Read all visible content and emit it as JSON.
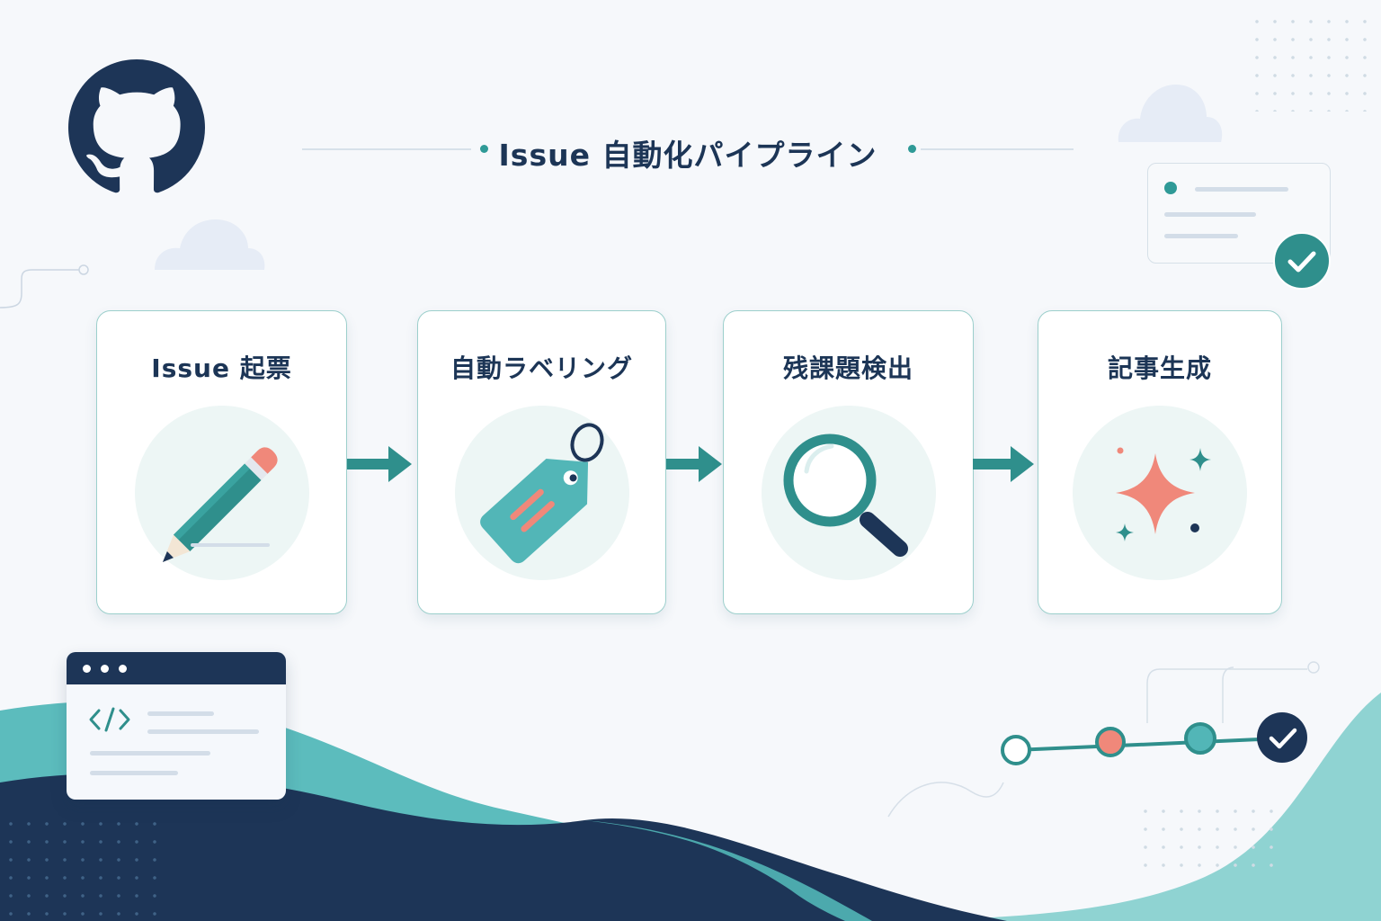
{
  "title": "Issue 自動化パイプライン",
  "steps": [
    {
      "label": "Issue 起票",
      "icon": "pencil-icon"
    },
    {
      "label": "自動ラベリング",
      "icon": "tag-icon"
    },
    {
      "label": "残課題検出",
      "icon": "magnifier-icon"
    },
    {
      "label": "記事生成",
      "icon": "sparkle-icon"
    }
  ],
  "decorations": {
    "logo": "github-logo-icon",
    "code_window_icon": "code-icon",
    "check_icon": "check-icon",
    "colors": {
      "navy": "#1d3557",
      "teal": "#2f8f8c",
      "teal_light": "#52b6b7",
      "coral": "#f0887a",
      "background": "#f6f8fb"
    }
  },
  "timeline": {
    "nodes": [
      "empty",
      "coral",
      "teal",
      "check"
    ]
  }
}
